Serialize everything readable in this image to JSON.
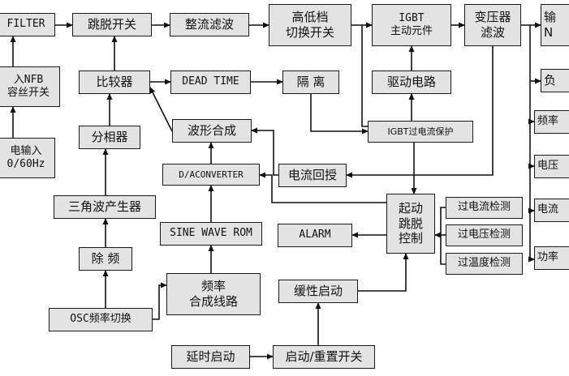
{
  "blocks": {
    "filter": "FILTER",
    "trip_switch": "跳脱开关",
    "rectifier_filter": "整流滤波",
    "range_switch": "高低档\n切换开关",
    "igbt_unit": "IGBT\n主动元件",
    "transformer_filter": "变压器\n滤波",
    "output": "输\nN",
    "nfb_input": "入NFB\n容丝开关",
    "comparator": "比较器",
    "dead_time": "DEAD TIME",
    "isolation": "隔 离",
    "drive_circuit": "驱动电路",
    "load": "负",
    "phase_splitter": "分相器",
    "waveform_synthesis": "波形合成",
    "igbt_overcurrent": "IGBT过电流保护",
    "frequency_meter": "频率",
    "power_input": "电输入\n0/60Hz",
    "dac": "D/ACONVERTER",
    "current_feedback": "电流回授",
    "voltage_meter": "电压",
    "triangle_generator": "三角波产生器",
    "start_trip_control": "起动\n跳脱\n控制",
    "overcurrent_detect": "过电流检测",
    "current_meter": "电流",
    "sine_rom": "SINE WAVE ROM",
    "alarm": "ALARM",
    "overvoltage_detect": "过电压检测",
    "power_meter": "功率",
    "divider": "除 频",
    "overtemp_detect": "过温度检测",
    "freq_synth": "频率\n合成线路",
    "soft_start": "缓性启动",
    "osc_switch": "OSC频率切换",
    "delay_start": "延时启动",
    "start_reset_switch": "启动/重置开关"
  }
}
